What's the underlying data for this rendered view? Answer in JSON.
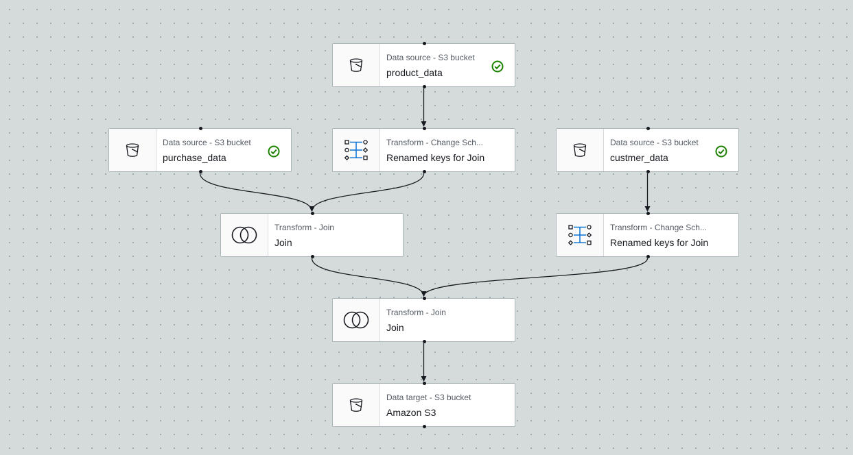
{
  "canvas": {
    "nodes": [
      {
        "id": "product",
        "type_label": "Data source - S3 bucket",
        "name": "product_data",
        "icon": "s3-bucket-icon",
        "status": "success-check-icon"
      },
      {
        "id": "purchase",
        "type_label": "Data source - S3 bucket",
        "name": "purchase_data",
        "icon": "s3-bucket-icon",
        "status": "success-check-icon"
      },
      {
        "id": "schema1",
        "type_label": "Transform - Change Sch...",
        "name": "Renamed keys for Join",
        "icon": "change-schema-icon",
        "status": null
      },
      {
        "id": "customer",
        "type_label": "Data source - S3 bucket",
        "name": "custmer_data",
        "icon": "s3-bucket-icon",
        "status": "success-check-icon"
      },
      {
        "id": "join1",
        "type_label": "Transform - Join",
        "name": "Join",
        "icon": "join-icon",
        "status": null
      },
      {
        "id": "schema2",
        "type_label": "Transform - Change Sch...",
        "name": "Renamed keys for Join",
        "icon": "change-schema-icon",
        "status": null
      },
      {
        "id": "join2",
        "type_label": "Transform - Join",
        "name": "Join",
        "icon": "join-icon",
        "status": null
      },
      {
        "id": "target",
        "type_label": "Data target - S3 bucket",
        "name": "Amazon S3",
        "icon": "s3-bucket-icon",
        "status": null
      }
    ],
    "edges": [
      {
        "from": "product",
        "to": "schema1"
      },
      {
        "from": "purchase",
        "to": "join1"
      },
      {
        "from": "schema1",
        "to": "join1"
      },
      {
        "from": "customer",
        "to": "schema2"
      },
      {
        "from": "join1",
        "to": "join2"
      },
      {
        "from": "schema2",
        "to": "join2"
      },
      {
        "from": "join2",
        "to": "target"
      }
    ],
    "colors": {
      "background": "#d5dbdb",
      "node_border": "#aab7b8",
      "success": "#1d8102",
      "schema_icon_accent": "#0972d3",
      "edge": "#16191f"
    }
  }
}
